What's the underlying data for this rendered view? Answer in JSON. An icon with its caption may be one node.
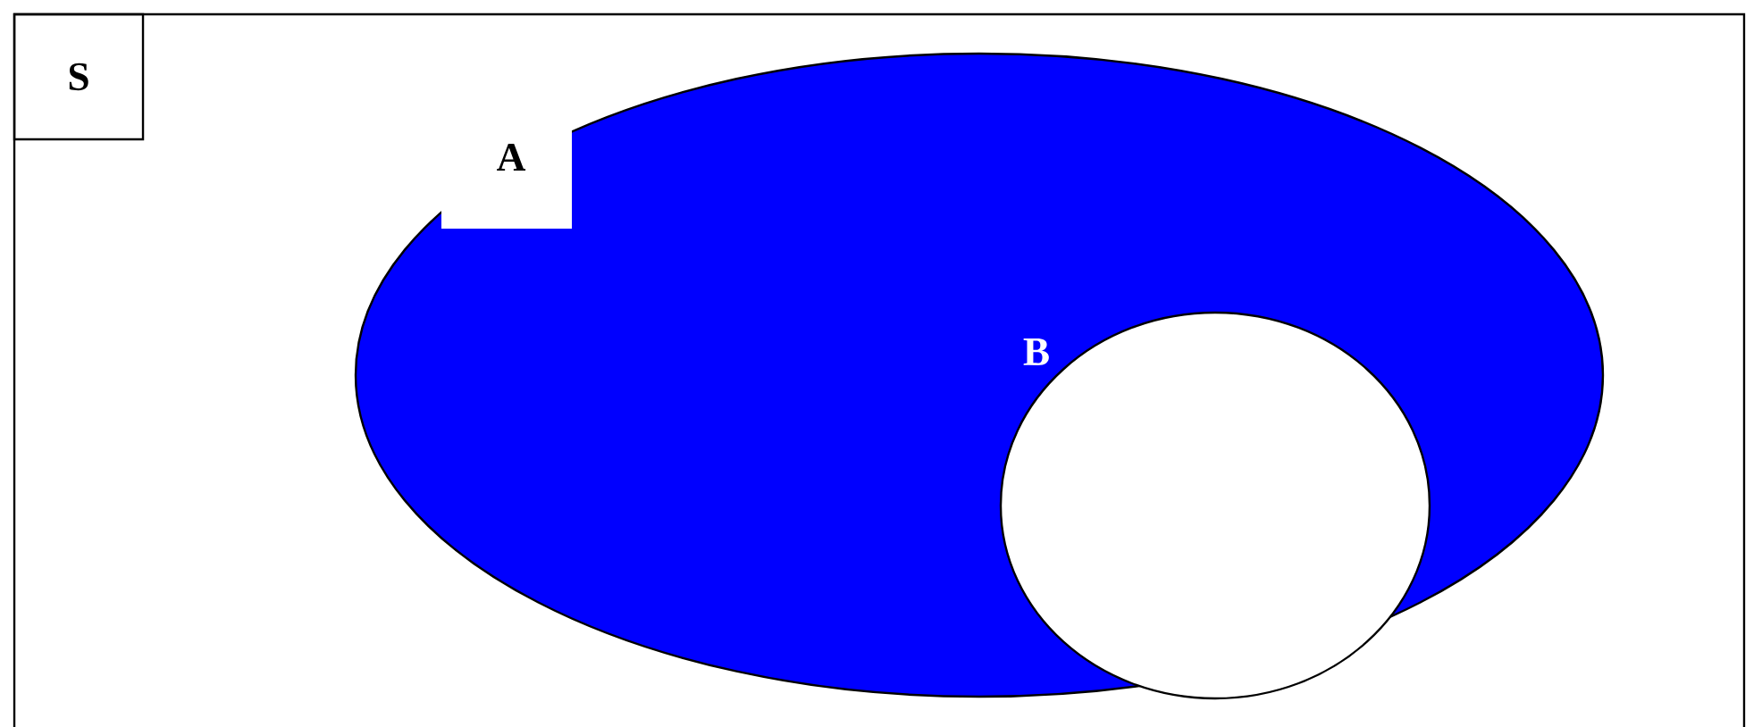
{
  "diagram": {
    "nodes": [
      {
        "text": [
          "S"
        ]
      },
      {
        "text": [
          "A"
        ],
        "in": 0
      },
      {
        "text": [
          "B"
        ],
        "in": 1
      }
    ]
  }
}
